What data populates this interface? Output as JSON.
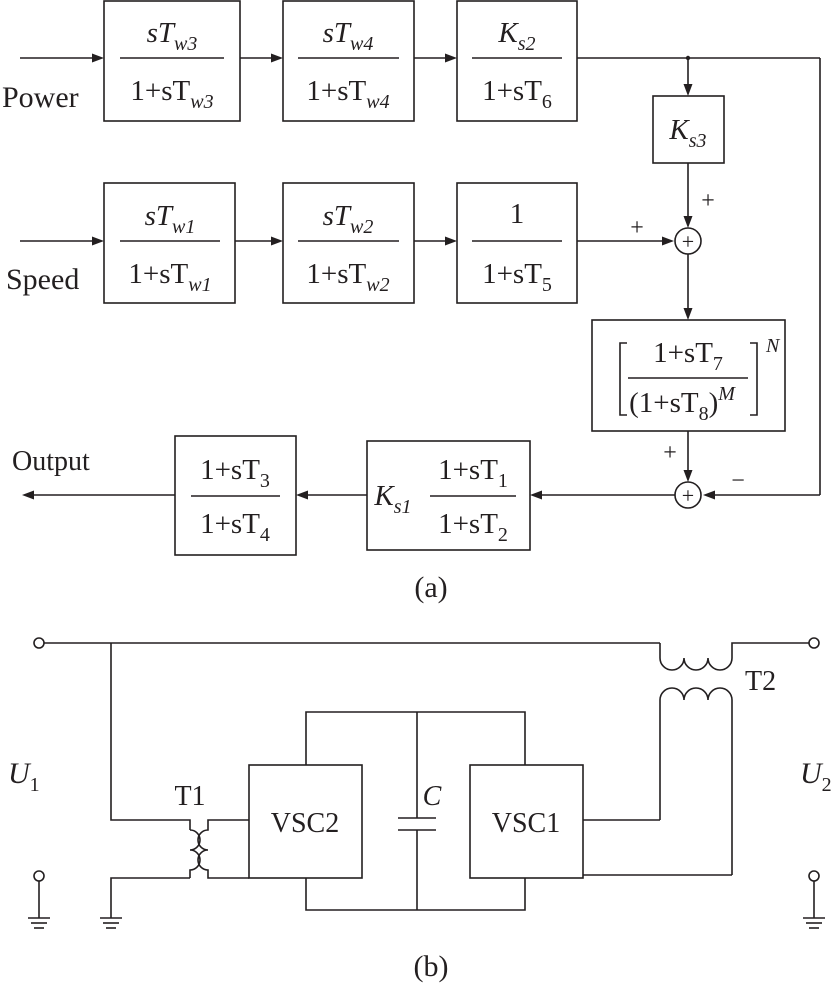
{
  "colors": {
    "ink": "#231f20",
    "background": "#ffffff"
  },
  "part_a": {
    "caption": "(a)",
    "inputs": {
      "power": "Power",
      "speed": "Speed"
    },
    "output": "Output",
    "blocks": {
      "washout_w3": {
        "num_pre": "sT",
        "num_sub": "w3",
        "den_pre": "1+sT",
        "den_sub": "w3"
      },
      "washout_w4": {
        "num_pre": "sT",
        "num_sub": "w4",
        "den_pre": "1+sT",
        "den_sub": "w4"
      },
      "gain_ks2": {
        "num_pre": "K",
        "num_sub": "s2",
        "den_pre": "1+sT",
        "den_sub": "6"
      },
      "gain_ks3": {
        "pre": "K",
        "sub": "s3"
      },
      "washout_w1": {
        "num_pre": "sT",
        "num_sub": "w1",
        "den_pre": "1+sT",
        "den_sub": "w1"
      },
      "washout_w2": {
        "num_pre": "sT",
        "num_sub": "w2",
        "den_pre": "1+sT",
        "den_sub": "w2"
      },
      "lag_t5": {
        "num": "1",
        "den_pre": "1+sT",
        "den_sub": "5"
      },
      "ramp_filter": {
        "num_pre": "1+sT",
        "num_sub": "7",
        "den_open": "(1+sT",
        "den_sub": "8",
        "den_close": ")",
        "den_sup": "M",
        "power": "N"
      },
      "lead_lag_1": {
        "gain_pre": "K",
        "gain_sub": "s1",
        "num_pre": "1+sT",
        "num_sub": "1",
        "den_pre": "1+sT",
        "den_sub": "2"
      },
      "lead_lag_2": {
        "num_pre": "1+sT",
        "num_sub": "3",
        "den_pre": "1+sT",
        "den_sub": "4"
      }
    },
    "summing_junctions": {
      "upper": {
        "symbol": "+",
        "sign_top": "+",
        "sign_left": "+"
      },
      "lower": {
        "symbol": "+",
        "sign_top": "+",
        "sign_right": "−"
      }
    }
  },
  "part_b": {
    "caption": "(b)",
    "voltages": {
      "u1": {
        "pre": "U",
        "sub": "1"
      },
      "u2": {
        "pre": "U",
        "sub": "2"
      }
    },
    "transformers": {
      "t1": "T1",
      "t2": "T2"
    },
    "converters": {
      "vsc1": "VSC1",
      "vsc2": "VSC2"
    },
    "capacitor": "C"
  }
}
